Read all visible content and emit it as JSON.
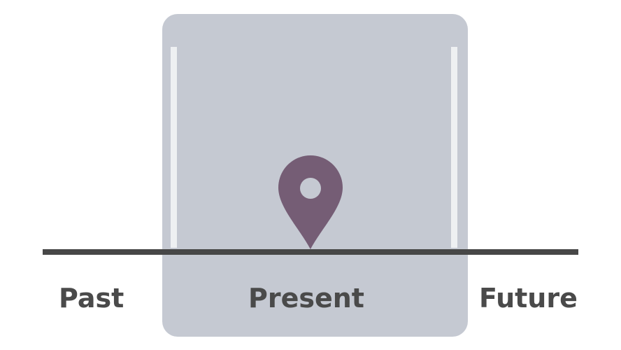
{
  "labels": {
    "past": "Past",
    "present": "Present",
    "future": "Future"
  },
  "colors": {
    "background": "#ffffff",
    "present_panel": "#c5c9d2",
    "edge_bars": "#eef0f2",
    "timeline": "#474747",
    "pin": "#755d75",
    "pin_hole": "#c5c9d2",
    "text": "#4a4a4a"
  },
  "icons": {
    "marker": "location-pin-icon"
  }
}
